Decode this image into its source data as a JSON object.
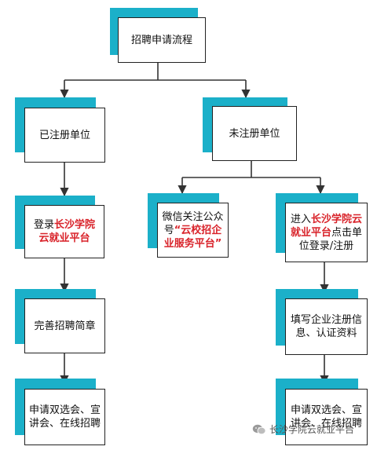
{
  "colors": {
    "accent_shadow": "#1bb0c9",
    "border": "#222222",
    "highlight": "#d9232a",
    "connector": "#333333"
  },
  "diagram": {
    "root": {
      "text": "招聘申请流程"
    },
    "registered": {
      "title": "已注册单位",
      "step1": {
        "prefix": "登录",
        "highlight": "长沙学院云就业平台",
        "suffix": ""
      },
      "step2": {
        "text": "完善招聘简章"
      },
      "step3": {
        "text": "申请双选会、宣讲会、在线招聘"
      }
    },
    "unregistered": {
      "title": "未注册单位",
      "wechat": {
        "prefix": "微信关注公众号",
        "highlight": "“云校招企业服务平台”",
        "suffix": ""
      },
      "platform": {
        "prefix": "进入",
        "highlight": "长沙学院云就业平台",
        "suffix": "点击单位登录/注册"
      },
      "step2": {
        "text": "填写企业注册信息、认证资料"
      },
      "step3": {
        "text": "申请双选会、宣讲会、在线招聘"
      }
    }
  },
  "watermark": {
    "icon": "wechat-icon",
    "text": "长沙学院云就业平台"
  }
}
